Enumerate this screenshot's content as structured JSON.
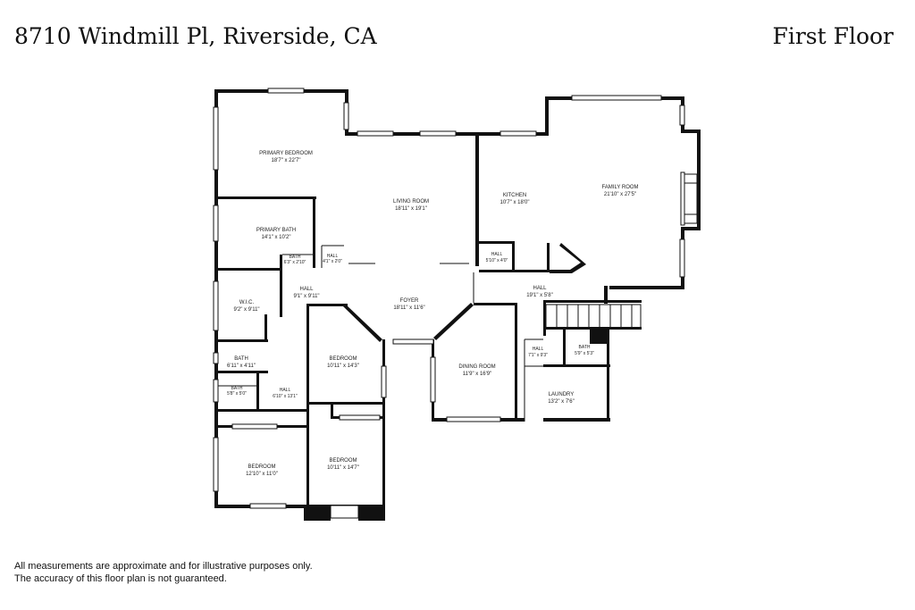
{
  "header": {
    "address": "8710 Windmill Pl, Riverside, CA",
    "floor": "First Floor"
  },
  "disclaimer": {
    "line1": "All measurements are approximate and for illustrative purposes only.",
    "line2": "The accuracy of this floor plan is not guaranteed."
  },
  "rooms": {
    "primary_bedroom": {
      "name": "PRIMARY BEDROOM",
      "dims": "18'7\" x 22'7\""
    },
    "living_room": {
      "name": "LIVING ROOM",
      "dims": "18'11\" x 19'1\""
    },
    "kitchen": {
      "name": "KITCHEN",
      "dims": "10'7\" x 18'0\""
    },
    "family_room": {
      "name": "FAMILY ROOM",
      "dims": "21'10\" x 27'5\""
    },
    "primary_bath": {
      "name": "PRIMARY BATH",
      "dims": "14'1\" x 10'2\""
    },
    "bath_small": {
      "name": "BATH",
      "dims": "6'3\" x 2'10\""
    },
    "hall_small": {
      "name": "HALL",
      "dims": "4'1\" x 2'0\""
    },
    "hall_kitchen": {
      "name": "HALL",
      "dims": "5'10\" x 4'0\""
    },
    "wic": {
      "name": "W.I.C.",
      "dims": "9'2\" x 9'11\""
    },
    "hall_left": {
      "name": "HALL",
      "dims": "9'1\" x 9'11\""
    },
    "foyer": {
      "name": "FOYER",
      "dims": "18'11\" x 11'6\""
    },
    "hall_right": {
      "name": "HALL",
      "dims": "19'1\" x 5'8\""
    },
    "bath_left": {
      "name": "BATH",
      "dims": "6'11\" x 4'11\""
    },
    "bedroom_mid": {
      "name": "BEDROOM",
      "dims": "10'11\" x 14'3\""
    },
    "dining_room": {
      "name": "DINING ROOM",
      "dims": "11'9\" x 16'9\""
    },
    "hall_laundry": {
      "name": "HALL",
      "dims": "7'1\" x 9'3\""
    },
    "bath_right": {
      "name": "BATH",
      "dims": "5'9\" x 5'3\""
    },
    "bath_tiny": {
      "name": "BATH",
      "dims": "5'8\" x 5'0\""
    },
    "hall_lower": {
      "name": "HALL",
      "dims": "6'10\" x 13'1\""
    },
    "laundry": {
      "name": "LAUNDRY",
      "dims": "13'2\" x 7'6\""
    },
    "bedroom_lower_left": {
      "name": "BEDROOM",
      "dims": "12'10\" x 11'0\""
    },
    "bedroom_lower_mid": {
      "name": "BEDROOM",
      "dims": "10'11\" x 14'7\""
    }
  }
}
